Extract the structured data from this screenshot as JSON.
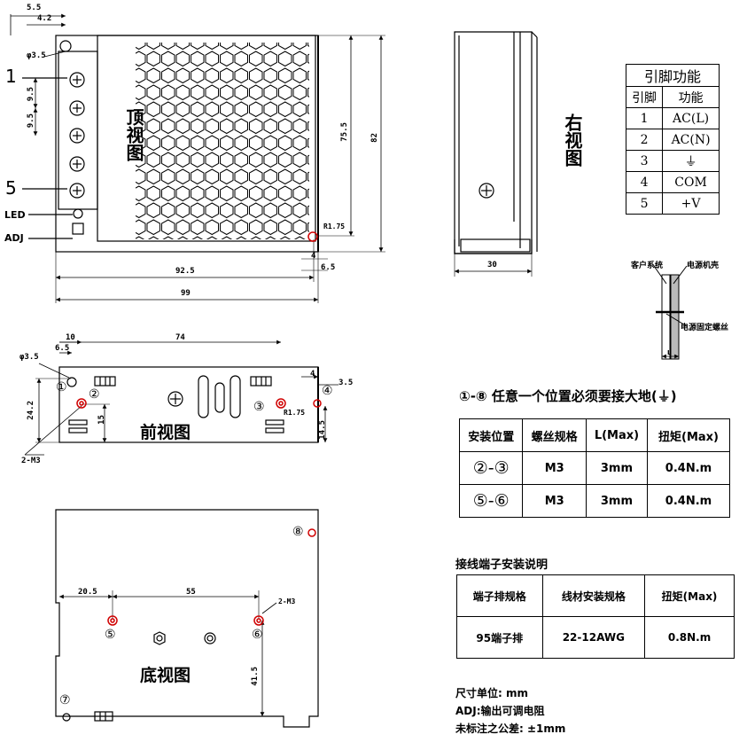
{
  "top_view": {
    "title": "顶视图",
    "pin_label_1": "1",
    "pin_label_5": "5",
    "led_label": "LED",
    "adj_label": "ADJ",
    "dims": {
      "d5_5": "5.5",
      "d4_2": "4.2",
      "hole": "φ3.5",
      "d9_5a": "9.5",
      "d9_5b": "9.5",
      "d75_5": "75.5",
      "d82": "82",
      "r175": "R1.75",
      "d4": "4",
      "d6_5": "6.5",
      "d92_5": "92.5",
      "d99": "99"
    }
  },
  "right_view": {
    "title": "右视图",
    "dim_width": "30"
  },
  "front_view": {
    "title": "前视图",
    "dims": {
      "d10": "10",
      "d74": "74",
      "hole": "φ3.5",
      "d6_5": "6.5",
      "d4": "4",
      "d3_5": "3.5",
      "d24_2": "24.2",
      "d15": "15",
      "r175": "R1.75",
      "d14_5": "14.5",
      "m3": "2-M3"
    },
    "markers": [
      "①",
      "②",
      "③",
      "④"
    ]
  },
  "bottom_view": {
    "title": "底视图",
    "dims": {
      "d20_5": "20.5",
      "d55": "55",
      "m3": "2-M3",
      "d41_5": "41.5"
    },
    "markers": [
      "⑤",
      "⑥",
      "⑦",
      "⑧"
    ]
  },
  "pin_table": {
    "title": "引脚功能",
    "headers": [
      "引脚",
      "功能"
    ],
    "rows": [
      {
        "pin": "1",
        "func": "AC(L)"
      },
      {
        "pin": "2",
        "func": "AC(N)"
      },
      {
        "pin": "3",
        "func": "⏚"
      },
      {
        "pin": "4",
        "func": "COM"
      },
      {
        "pin": "5",
        "func": "+V"
      }
    ]
  },
  "screw_detail": {
    "customer": "客户系统",
    "shell": "电源机壳",
    "screw": "电源固定螺丝",
    "l": "L"
  },
  "ground_note": "①-⑧ 任意一个位置必须要接大地(⏚)",
  "install_table": {
    "headers": [
      "安装位置",
      "螺丝规格",
      "L(Max)",
      "扭矩(Max)"
    ],
    "rows": [
      {
        "pos": "②-③",
        "spec": "M3",
        "l": "3mm",
        "torque": "0.4N.m"
      },
      {
        "pos": "⑤-⑥",
        "spec": "M3",
        "l": "3mm",
        "torque": "0.4N.m"
      }
    ]
  },
  "terminal_section": {
    "title": "接线端子安装说明",
    "headers": [
      "端子排规格",
      "线材安装规格",
      "扭矩(Max)"
    ],
    "rows": [
      {
        "spec": "95端子排",
        "wire": "22-12AWG",
        "torque": "0.8N.m"
      }
    ]
  },
  "notes": [
    "尺寸单位: mm",
    "ADJ:输出可调电阻",
    "未标注之公差: ±1mm"
  ],
  "colors": {
    "line": "#000000",
    "mark": "#d00000"
  }
}
